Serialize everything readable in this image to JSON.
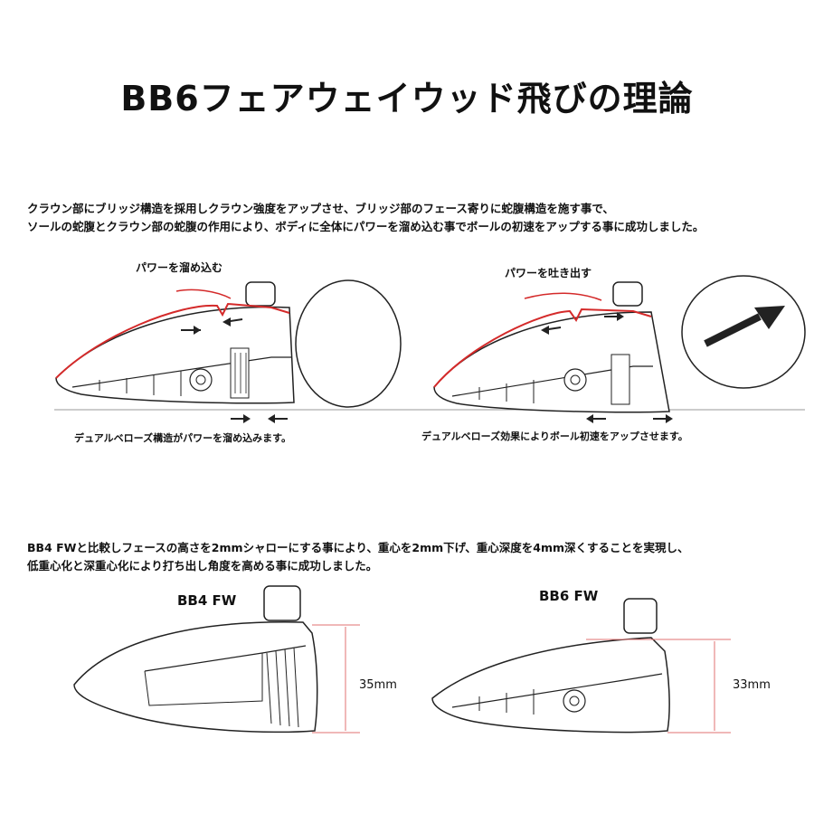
{
  "title": "BB6フェアウェイウッド飛びの理論",
  "section1": {
    "line1": "クラウン部にブリッジ構造を採用しクラウン強度をアップさせ、ブリッジ部のフェース寄りに蛇腹構造を施す事で、",
    "line2": "ソールの蛇腹とクラウン部の蛇腹の作用により、ボディに全体にパワーを溜め込む事でボールの初速をアップする事に成功しました。",
    "left_top_label": "パワーを溜め込む",
    "right_top_label": "パワーを吐き出す",
    "left_bottom_label": "デュアルベローズ構造がパワーを溜め込みます。",
    "right_bottom_label": "デュアルベローズ効果によりボール初速をアップさせます。"
  },
  "section2": {
    "line1": "BB4 FWと比較しフェースの高さを2mmシャローにする事により、重心を2mm下げ、重心深度を4mm深くすることを実現し、",
    "line2": "低重心化と深重心化により打ち出し角度を高める事に成功しました。",
    "left_model": "BB4 FW",
    "right_model": "BB6 FW",
    "left_height": "35mm",
    "right_height": "33mm"
  },
  "colors": {
    "accent_red": "#d42a2a",
    "line": "#222222",
    "guide_red": "#e07070"
  }
}
